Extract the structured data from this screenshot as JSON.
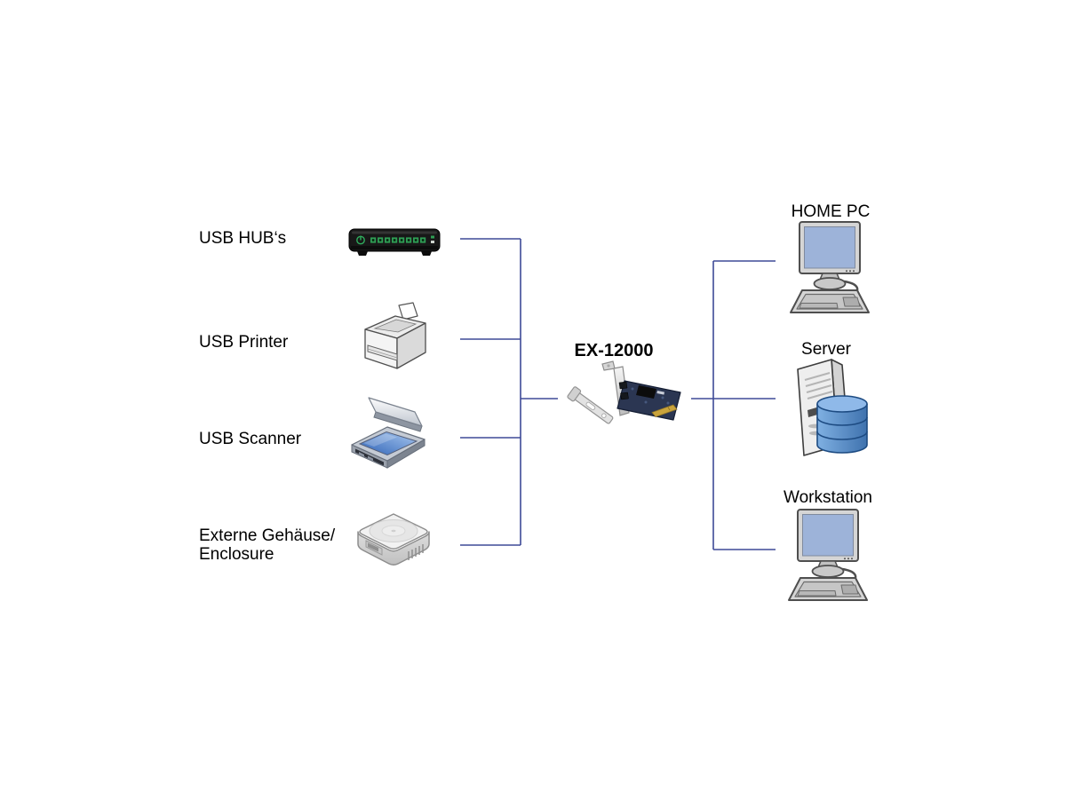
{
  "diagram": {
    "type": "connectivity-diagram",
    "colors": {
      "line": "#3e4a97",
      "screen": "#9db3d9"
    },
    "center": {
      "title": "EX-12000",
      "icon": "pcie-card-icon"
    },
    "left_devices": [
      {
        "label": "USB HUB‘s",
        "icon": "usb-hub-icon"
      },
      {
        "label": "USB Printer",
        "icon": "usb-printer-icon"
      },
      {
        "label": "USB Scanner",
        "icon": "usb-scanner-icon"
      },
      {
        "label": "Externe Gehäuse/\nEnclosure",
        "icon": "external-enclosure-icon"
      }
    ],
    "right_devices": [
      {
        "label": "HOME PC",
        "icon": "home-pc-icon"
      },
      {
        "label": "Server",
        "icon": "server-icon"
      },
      {
        "label": "Workstation",
        "icon": "workstation-icon"
      }
    ]
  }
}
